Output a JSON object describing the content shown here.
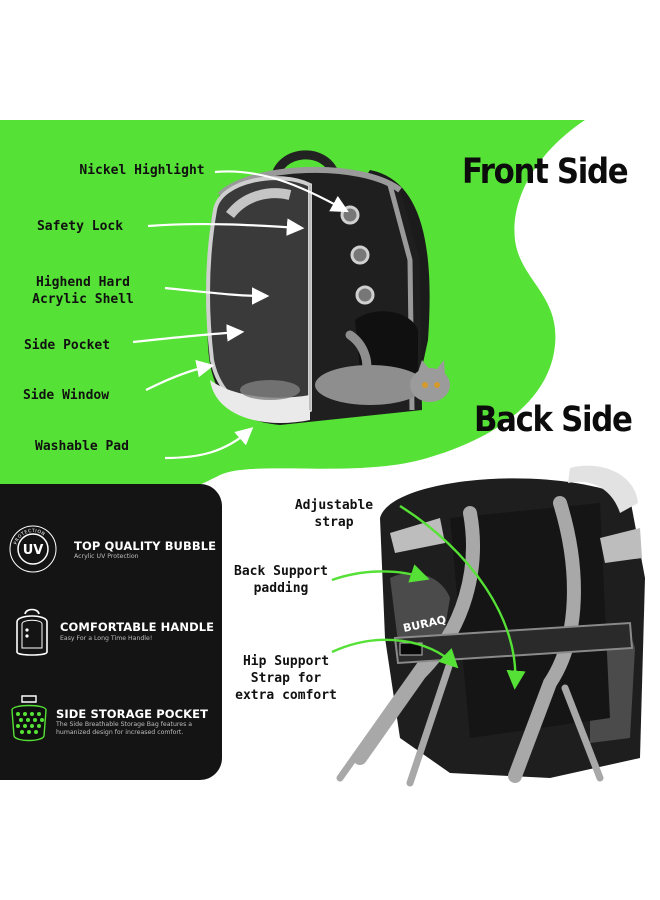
{
  "colors": {
    "accent_green": "#55e135",
    "panel_dark": "#141414",
    "text_dark": "#111111",
    "arrow_light": "#ffffff",
    "arrow_green": "#55e135"
  },
  "front": {
    "title": "Front Side",
    "callouts": [
      {
        "label": "Nickel Highlight"
      },
      {
        "label": "Safety Lock"
      },
      {
        "label": "Highend Hard Acrylic Shell"
      },
      {
        "label": "Side Pocket"
      },
      {
        "label": "Side Window"
      },
      {
        "label": "Washable Pad"
      }
    ]
  },
  "back": {
    "title": "Back Side",
    "callouts": [
      {
        "label": "Adjustable strap"
      },
      {
        "label": "Back Support padding"
      },
      {
        "label": "Hip Support Strap for extra comfort"
      }
    ],
    "brand_label": "BURAQ"
  },
  "features": [
    {
      "icon": "uv-protection-icon",
      "badge_text": "UV",
      "ring_text": "PROTECTION",
      "title": "TOP QUALITY BUBBLE",
      "subtitle": "Acrylic UV Protection"
    },
    {
      "icon": "backpack-handle-icon",
      "title": "COMFORTABLE HANDLE",
      "subtitle": "Easy For a Long Time Handle!"
    },
    {
      "icon": "mesh-pocket-icon",
      "title": "SIDE STORAGE POCKET",
      "subtitle": "The Side Breathable Storage Bag features a humanized design for increased comfort."
    }
  ]
}
